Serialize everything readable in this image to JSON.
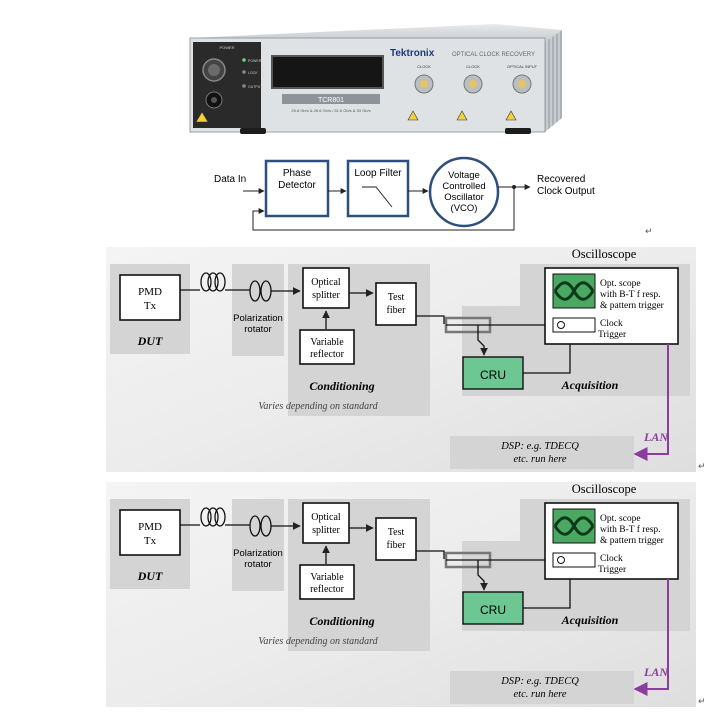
{
  "instrument": {
    "brand": "Tektronix",
    "product_line": "OPTICAL CLOCK RECOVERY",
    "model": "TCR801",
    "model_sub": "25.8 Gb/s & 26.6 Gb/s / 51.6 Gb/s & 53 Gb/s",
    "power_label": "POWER",
    "port_labels": [
      "CLOCK",
      "CLOCK",
      "OPTICAL INPUT"
    ],
    "led_labels": [
      "POWER",
      "LOCK",
      "OUTPUT"
    ]
  },
  "loop_diagram": {
    "input_label": "Data In",
    "blocks": [
      {
        "lines": [
          "Phase",
          "Detector"
        ]
      },
      {
        "lines": [
          "Loop Filter"
        ]
      },
      {
        "lines": [
          "Voltage",
          "Controlled",
          "Oscillator",
          "(VCO)"
        ]
      }
    ],
    "output_lines": [
      "Recovered",
      "Clock Output"
    ]
  },
  "setup_diagrams": [
    {
      "title": "Oscilloscope",
      "pmd_lines": [
        "PMD",
        "Tx"
      ],
      "dut_label": "DUT",
      "polarization_lines": [
        "Polarization",
        "rotator"
      ],
      "splitter_lines": [
        "Optical",
        "splitter"
      ],
      "reflector_lines": [
        "Variable",
        "reflector"
      ],
      "test_fiber_lines": [
        "Test",
        "fiber"
      ],
      "conditioning_label": "Conditioning",
      "varies_label": "Varies depending on standard",
      "scope_lines": [
        "Opt. scope",
        "with B-T f resp.",
        "& pattern trigger"
      ],
      "clock_trigger_lines": [
        "Clock",
        "Trigger"
      ],
      "cru_label": "CRU",
      "acquisition_label": "Acquisition",
      "lan_label": "LAN",
      "dsp_lines": [
        "DSP: e.g. TDECQ",
        "etc. run here"
      ]
    },
    {
      "title": "Oscilloscope",
      "pmd_lines": [
        "PMD",
        "Tx"
      ],
      "dut_label": "DUT",
      "polarization_lines": [
        "Polarization",
        "rotator"
      ],
      "splitter_lines": [
        "Optical",
        "splitter"
      ],
      "reflector_lines": [
        "Variable",
        "reflector"
      ],
      "test_fiber_lines": [
        "Test",
        "fiber"
      ],
      "conditioning_label": "Conditioning",
      "varies_label": "Varies depending on standard",
      "scope_lines": [
        "Opt. scope",
        "with B-T f resp.",
        "& pattern trigger"
      ],
      "clock_trigger_lines": [
        "Clock",
        "Trigger"
      ],
      "cru_label": "CRU",
      "acquisition_label": "Acquisition",
      "lan_label": "LAN",
      "dsp_lines": [
        "DSP: e.g. TDECQ",
        "etc. run here"
      ]
    }
  ],
  "return_mark": "↵",
  "colors": {
    "block_stroke": "#2e4f7c",
    "cru_fill": "#6cc793",
    "lan_line": "#8a3d9e",
    "panel_gray": "#d8d8d8",
    "instrument_body": "#c9ccd0"
  }
}
